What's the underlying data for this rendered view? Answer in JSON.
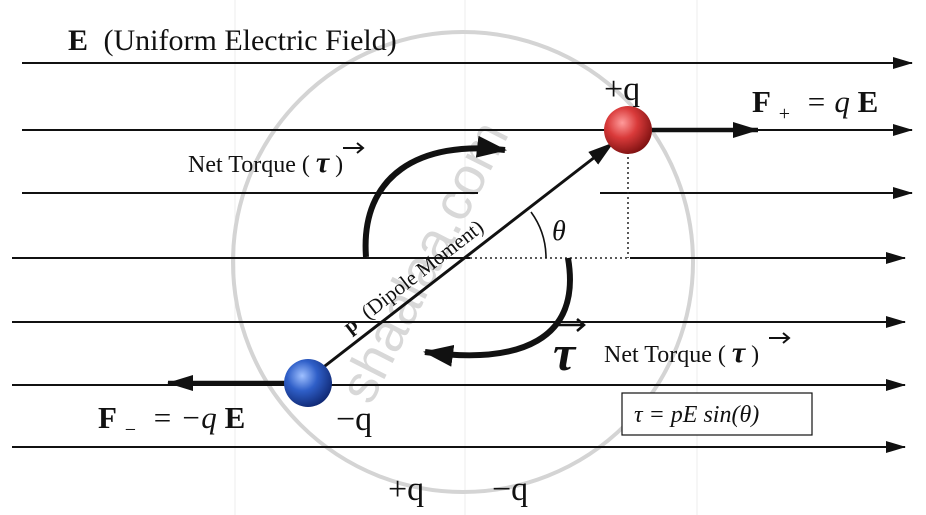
{
  "field": {
    "symbol": "E",
    "description": "(Uniform Electric Field)"
  },
  "charges": {
    "positive": "+q",
    "negative": "−q"
  },
  "forces": {
    "positive_symbol": "F",
    "positive_subscript": "+",
    "positive_equals": "= q",
    "positive_bold_E": "E",
    "negative_symbol": "F",
    "negative_subscript": "−",
    "negative_equals": "= −q",
    "negative_bold_E": "E"
  },
  "dipole": {
    "symbol": "p",
    "label": "(Dipole Moment)"
  },
  "angle": "θ",
  "torque": {
    "upper_label": "Net Torque (",
    "lower_label": "Net Torque (",
    "closing": ")",
    "tau": "τ",
    "formula": "τ = pE sin(θ)"
  },
  "bottom_labels": {
    "left": "+q",
    "right": "−q"
  },
  "watermark": "shaalaa.com",
  "colors": {
    "positive_charge": "#d93a3a",
    "negative_charge": "#2f5fc8",
    "lines": "#111111",
    "watermark": "#d4d4d4"
  }
}
